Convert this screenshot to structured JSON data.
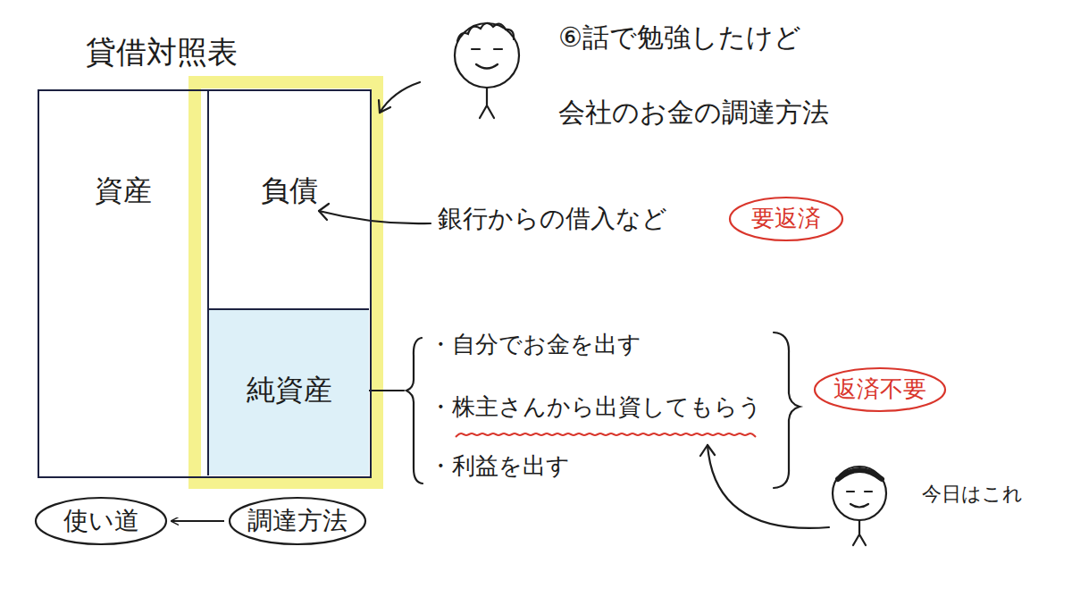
{
  "diagram": {
    "nodes": [
      {
        "text": [
          "貸借対照表"
        ]
      },
      {
        "text": [
          "資産"
        ],
        "in": 0
      },
      {
        "text": [
          "負債"
        ],
        "in": 0
      },
      {
        "text": [
          "純資産"
        ],
        "in": 0
      },
      {
        "text": [
          "要返済"
        ]
      },
      {
        "text": [
          "返済不要"
        ]
      },
      {
        "text": [
          "使い道"
        ]
      },
      {
        "text": [
          "調達方法"
        ]
      }
    ],
    "edges": [
      {
        "from": 7,
        "to": 6,
        "arrow": "to"
      }
    ],
    "labels": [
      "⑥話で勉強したけど",
      "会社のお金の調達方法",
      "銀行からの借入など",
      "・自分でお金を出す",
      "・株主さんから出資してもらう",
      "・利益を出す",
      "今日はこれ"
    ]
  }
}
